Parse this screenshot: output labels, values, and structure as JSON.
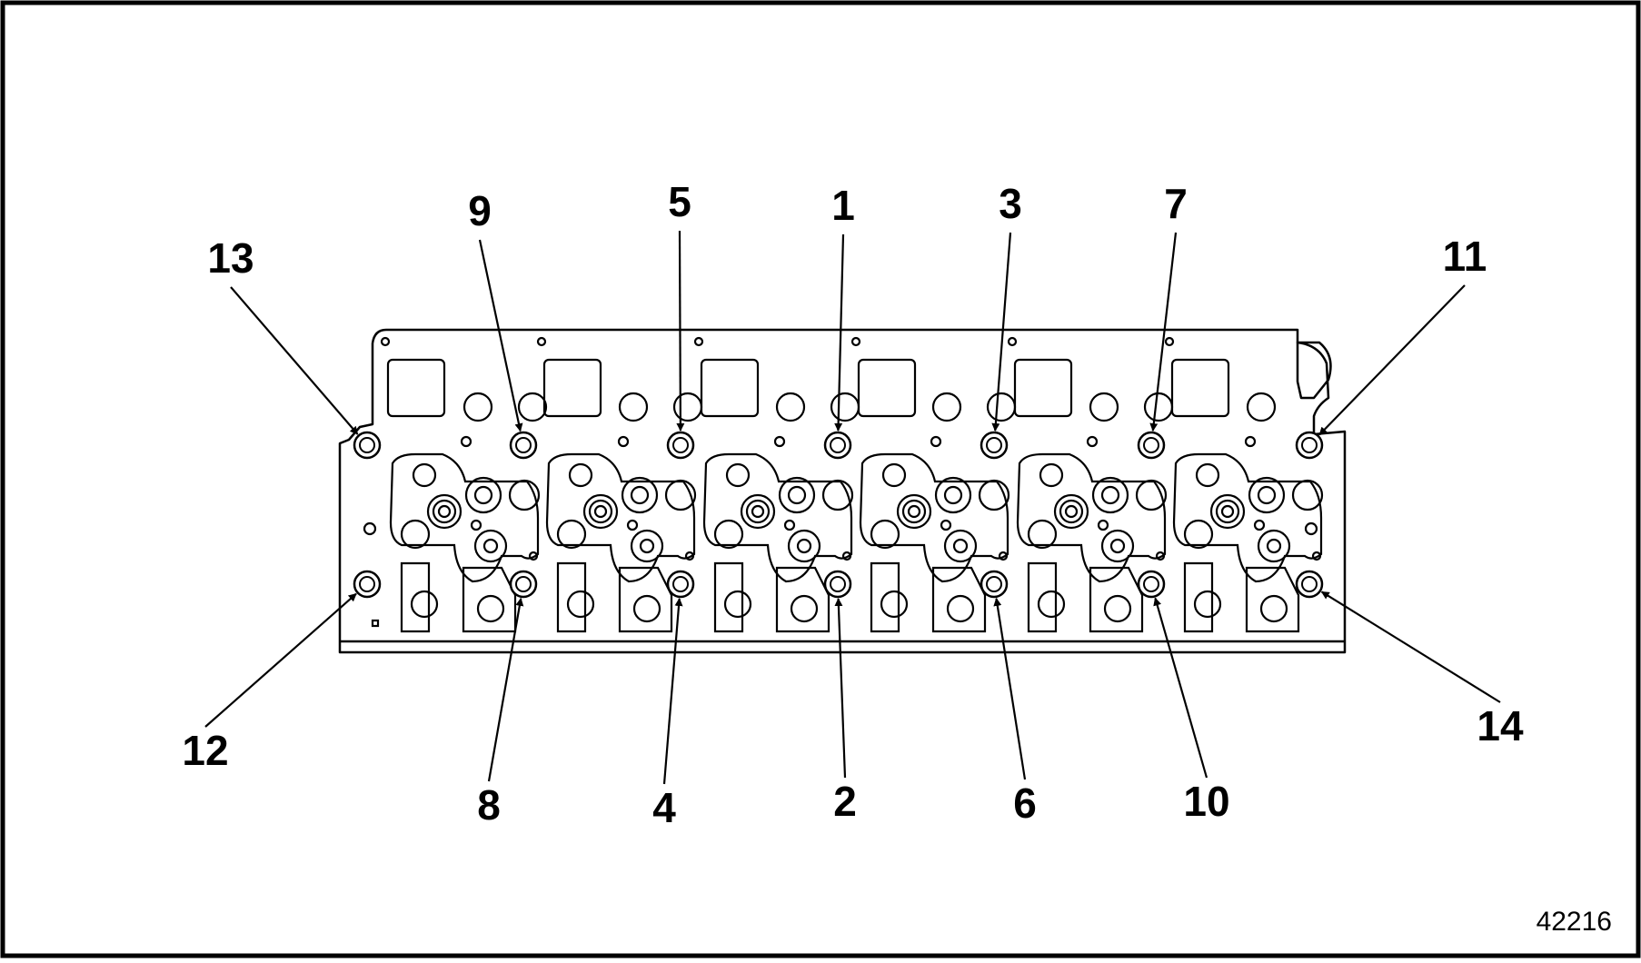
{
  "figure": {
    "figure_number": "42216",
    "line_color": "#000000",
    "background_color": "#ffffff"
  },
  "bolts": [
    {
      "label": "1"
    },
    {
      "label": "2"
    },
    {
      "label": "3"
    },
    {
      "label": "4"
    },
    {
      "label": "5"
    },
    {
      "label": "6"
    },
    {
      "label": "7"
    },
    {
      "label": "8"
    },
    {
      "label": "9"
    },
    {
      "label": "10"
    },
    {
      "label": "11"
    },
    {
      "label": "12"
    },
    {
      "label": "13"
    },
    {
      "label": "14"
    }
  ]
}
